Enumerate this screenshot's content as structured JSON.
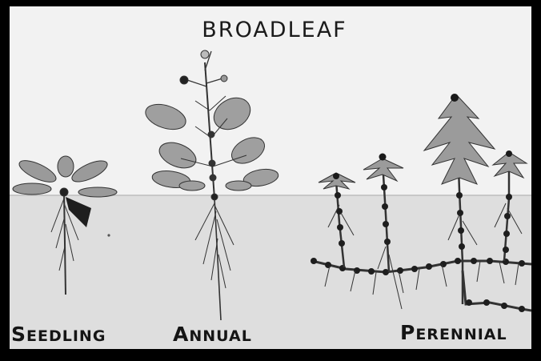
{
  "title": "BROADLEAF",
  "labels": {
    "seedling": {
      "first": "S",
      "rest": "EEDLING"
    },
    "annual": {
      "first": "A",
      "rest": "NNUAL"
    },
    "perennial": {
      "first": "P",
      "rest": "ERENNIAL"
    }
  }
}
